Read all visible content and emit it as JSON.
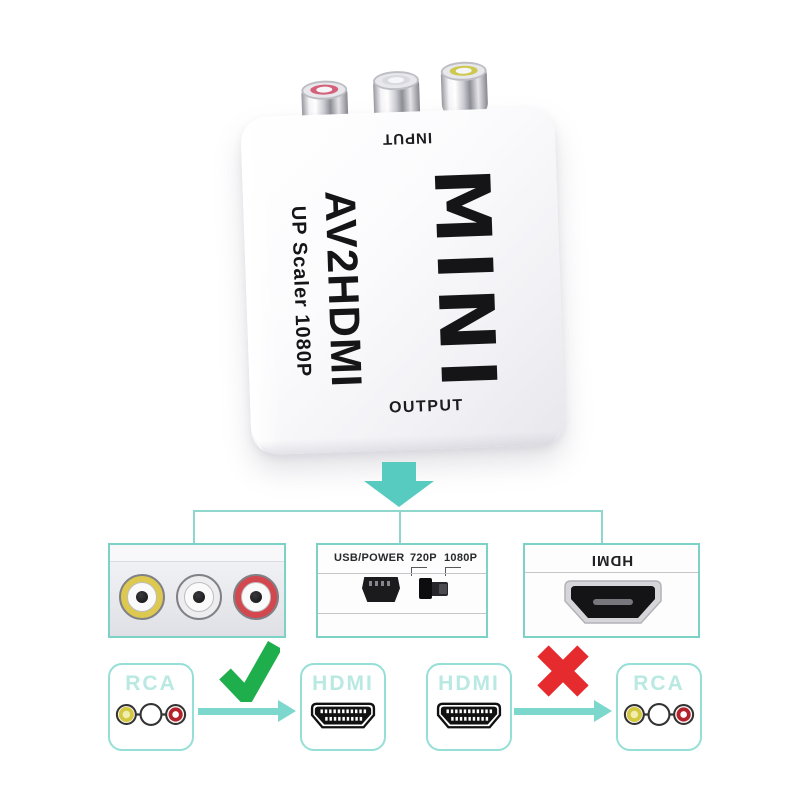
{
  "title": "AV to HDMI mini converter diagram",
  "device": {
    "input_label": "INPUT",
    "model": "AV2HDMI",
    "subtitle": "UP Scaler 1080P",
    "brand": "MINI",
    "output_label": "OUTPUT",
    "top_jacks": [
      "red-rca-plug",
      "white-rca-plug",
      "yellow-rca-plug"
    ]
  },
  "callout_panels": {
    "av_panel": {
      "jacks": [
        "yellow",
        "white",
        "red"
      ]
    },
    "power_panel": {
      "usb_label": "USB/POWER",
      "switch_options": [
        "720P",
        "1080P"
      ]
    },
    "hdmi_panel": {
      "label": "HDMI"
    }
  },
  "flow": {
    "items": [
      {
        "label": "RCA",
        "icon": "rca-connectors-icon"
      },
      {
        "label": "HDMI",
        "icon": "hdmi-plug-icon"
      },
      {
        "label": "HDMI",
        "icon": "hdmi-plug-icon"
      },
      {
        "label": "RCA",
        "icon": "rca-connectors-icon"
      }
    ],
    "result_icons": [
      "green-check",
      "red-cross"
    ]
  },
  "colors": {
    "teal_arrow": "#57cbc0",
    "bracket_line": "#8fd6cc",
    "panel_border": "#7cd2c7",
    "flow_box_border": "#96dfd6",
    "flow_label_text": "#b9e9e2",
    "check_green": "#1fae4c",
    "cross_red": "#e52b2e",
    "rca_yellow": "#ddc94f",
    "rca_red": "#d2484e"
  }
}
